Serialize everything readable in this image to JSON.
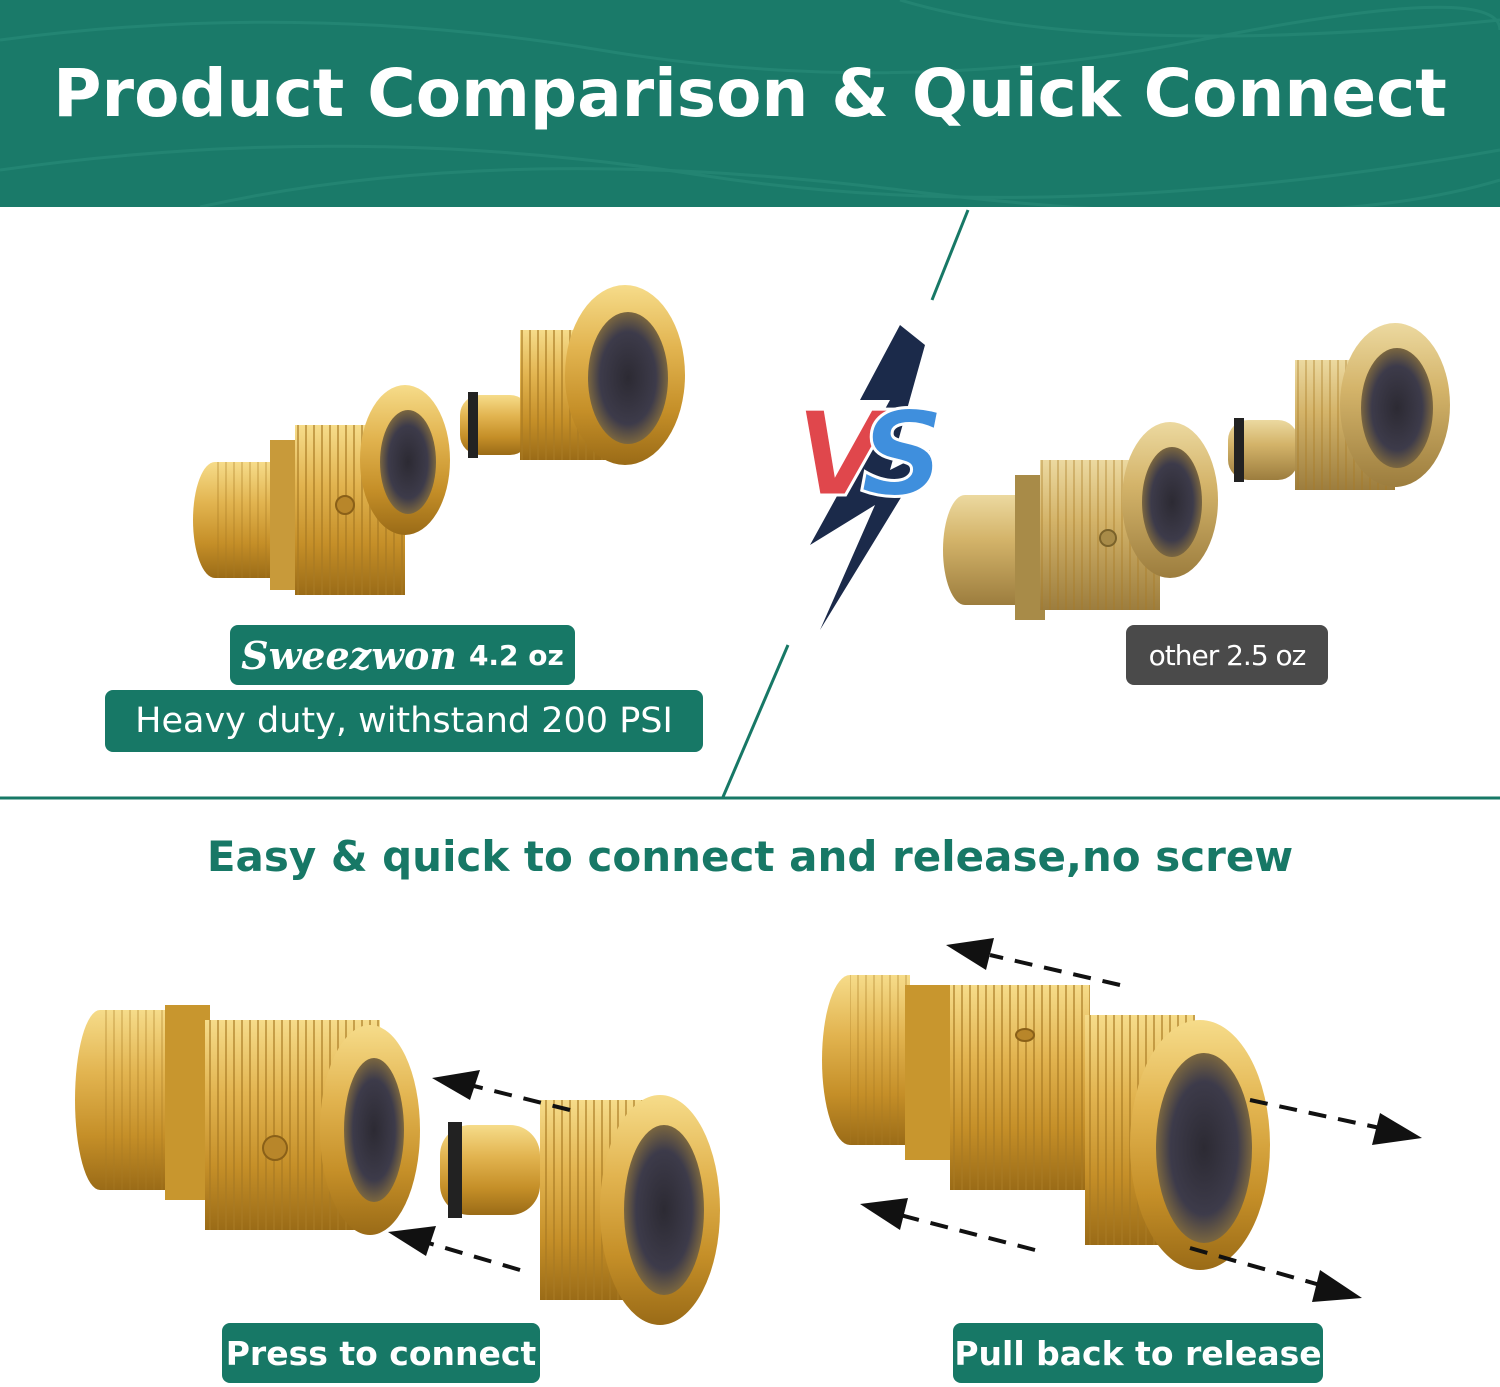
{
  "header": {
    "title": "Product Comparison & Quick Connect"
  },
  "versus": {
    "v": "V",
    "s": "S"
  },
  "left_product": {
    "brand": "Sweezwon",
    "weight": "4.2 oz",
    "feature": "Heavy duty, withstand 200 PSI"
  },
  "right_product": {
    "label": "other 2.5 oz"
  },
  "section2": {
    "heading": "Easy & quick to connect and release,no screw"
  },
  "captions": {
    "connect": "Press to connect",
    "release": "Pull back to release"
  },
  "colors": {
    "brand_green": "#177866",
    "brass": "#d9a63c",
    "vs_red": "#e0474c",
    "vs_blue": "#3f8fdd",
    "bolt_navy": "#1b2a4a",
    "gray_badge": "#4a4a4a"
  },
  "icons": [
    "lightning-bolt-icon",
    "arrow-left-icon",
    "arrow-right-icon"
  ]
}
